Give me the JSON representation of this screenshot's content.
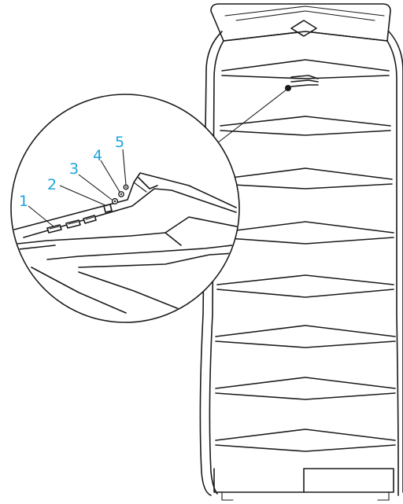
{
  "callouts": [
    {
      "label": "1"
    },
    {
      "label": "2"
    },
    {
      "label": "3"
    },
    {
      "label": "4"
    },
    {
      "label": "5"
    }
  ],
  "colors": {
    "callout": "#1fa3dc",
    "line": "#1a1a1a",
    "background": "#ffffff"
  }
}
